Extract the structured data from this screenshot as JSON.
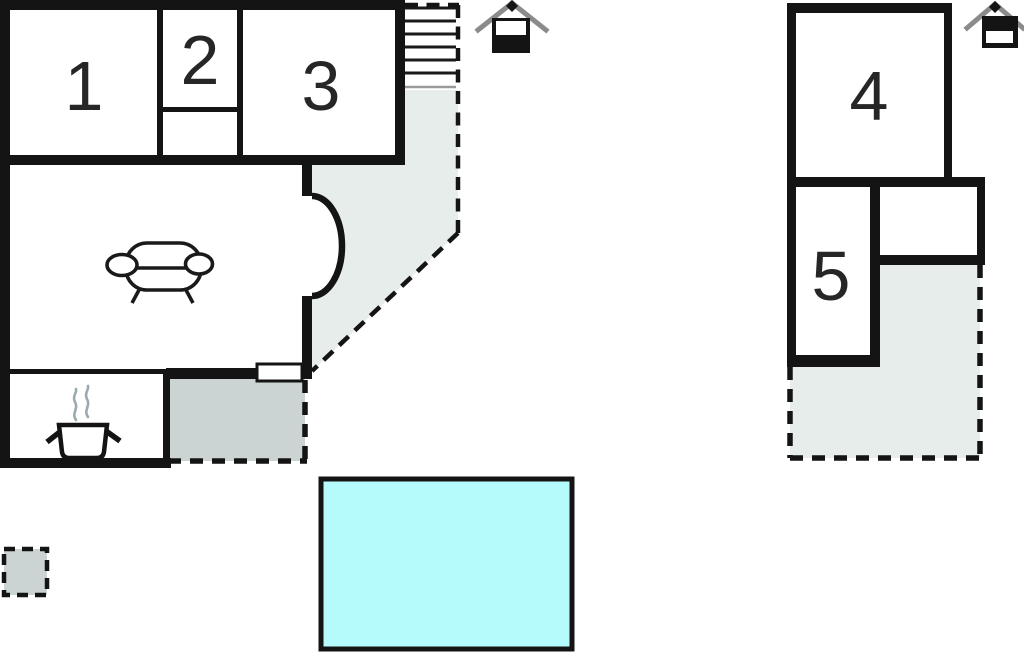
{
  "floorplan": {
    "buildings": [
      {
        "name": "main-house",
        "rooms": [
          {
            "label": "1"
          },
          {
            "label": "2"
          },
          {
            "label": "3"
          }
        ],
        "features": [
          "staircase",
          "sofa",
          "cooking-pot",
          "door-swing",
          "window",
          "terrace",
          "patio"
        ]
      },
      {
        "name": "annex",
        "rooms": [
          {
            "label": "4"
          },
          {
            "label": "5"
          }
        ],
        "features": [
          "terrace"
        ]
      }
    ],
    "markers": [
      {
        "name": "house-marker-main",
        "style": "window-top"
      },
      {
        "name": "house-marker-annex",
        "style": "window-bottom"
      }
    ],
    "areas": [
      {
        "name": "swimming-pool"
      },
      {
        "name": "small-pad"
      }
    ],
    "colors": {
      "wall": "#141414",
      "terrace": "#e7edea",
      "patio": "#cbd4d3",
      "pool": "#b5fbfb",
      "steam": "#9aabb0",
      "roof": "#8b8b8b",
      "label": "#262626",
      "background": "#ffffff"
    }
  }
}
